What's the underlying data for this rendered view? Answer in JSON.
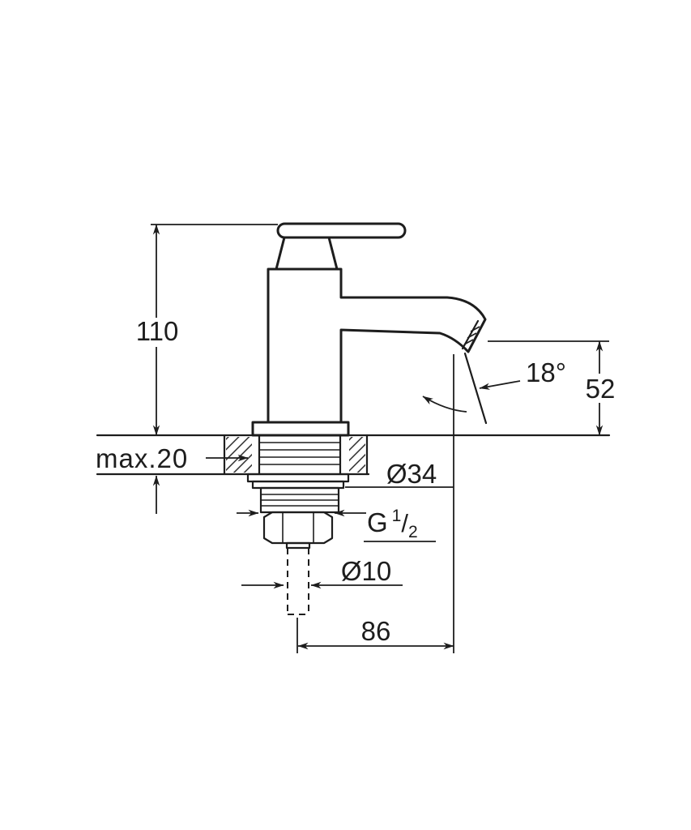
{
  "drawing": {
    "colors": {
      "line": "#1d1d1d",
      "background": "#ffffff"
    },
    "labels": {
      "overall_height": "110",
      "spout_outlet_height": "52",
      "spout_angle": "18°",
      "max_deck_thickness": "max.20",
      "escutcheon_diameter": "Ø34",
      "thread": {
        "prefix": "G",
        "numerator": "1",
        "slash": "/",
        "denominator": "2"
      },
      "hose_diameter": "Ø10",
      "center_to_outlet": "86"
    }
  }
}
